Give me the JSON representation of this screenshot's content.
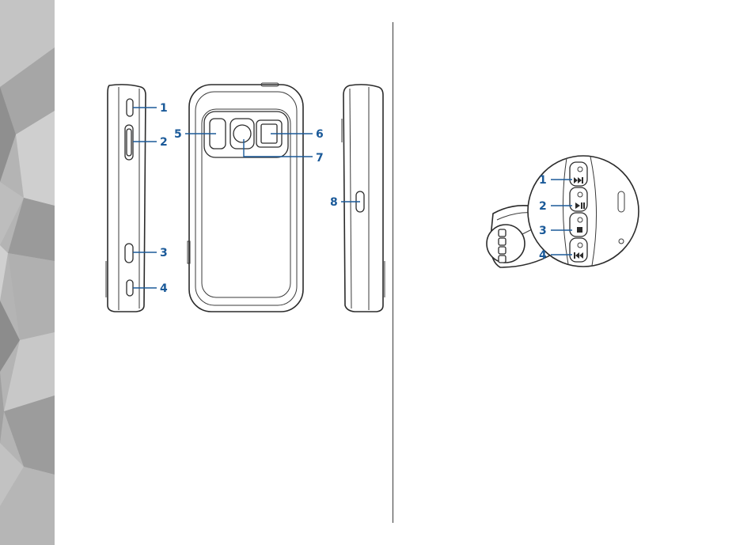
{
  "decor": {
    "side_panel": "grey-polygon-pattern"
  },
  "figure_left": {
    "left_side_view": {
      "callouts": [
        "1",
        "2",
        "3",
        "4"
      ]
    },
    "back_view": {
      "callouts": [
        "5",
        "6",
        "7"
      ]
    },
    "right_side_view": {
      "callouts": [
        "8"
      ]
    }
  },
  "figure_right": {
    "media_keys_closeup": {
      "callouts": [
        "1",
        "2",
        "3",
        "4"
      ]
    }
  },
  "colors": {
    "callout": "#1b5a99",
    "outline": "#2b2b2b",
    "side_panel": "#b4b4b4"
  }
}
